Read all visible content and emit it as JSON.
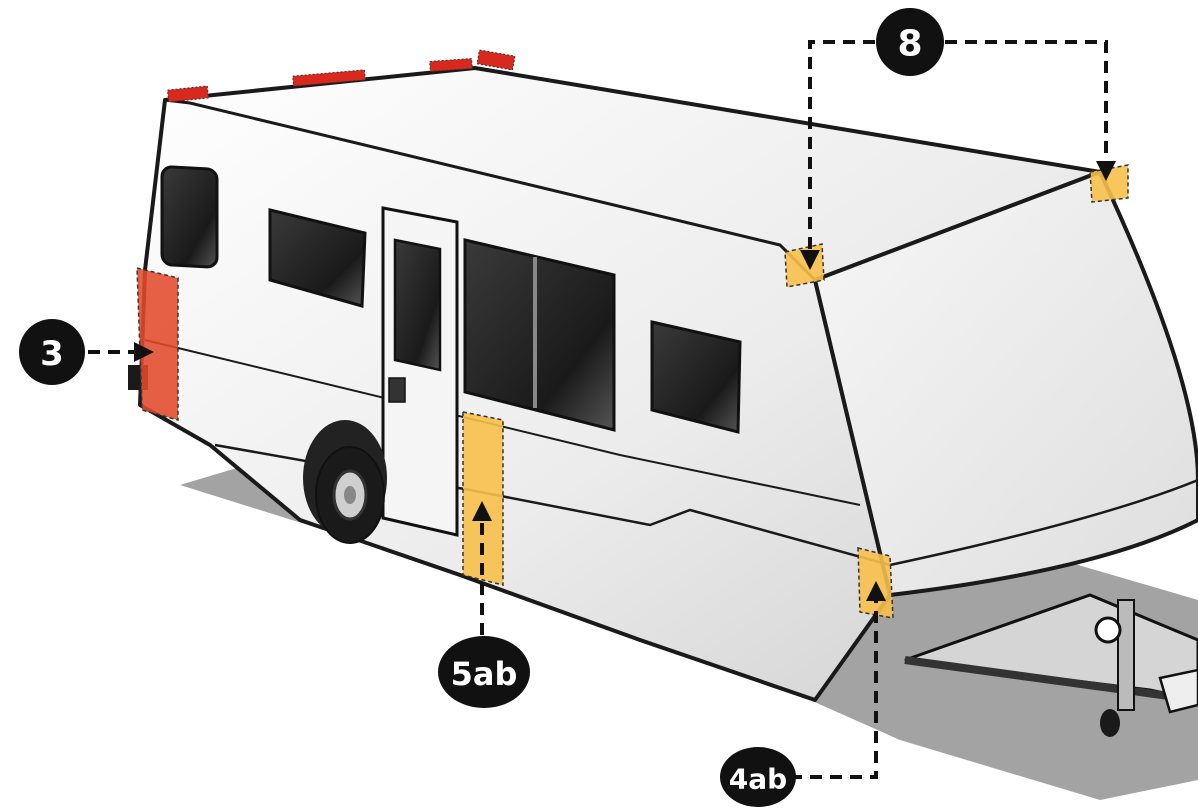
{
  "diagram": {
    "subject": "travel trailer",
    "callouts": [
      {
        "id": "3",
        "label": "3"
      },
      {
        "id": "5ab",
        "label": "5ab"
      },
      {
        "id": "4ab",
        "label": "4ab"
      },
      {
        "id": "8",
        "label": "8"
      }
    ]
  },
  "colors": {
    "outline": "#1a1a1a",
    "body": "#f4f4f4",
    "shadow": "#9a9a9a",
    "window": "#1f1f1f",
    "red_zone": "#e24a2c",
    "roof_strip": "#d9281e",
    "yellow_zone": "#f7c04a",
    "badge": "#111111"
  }
}
